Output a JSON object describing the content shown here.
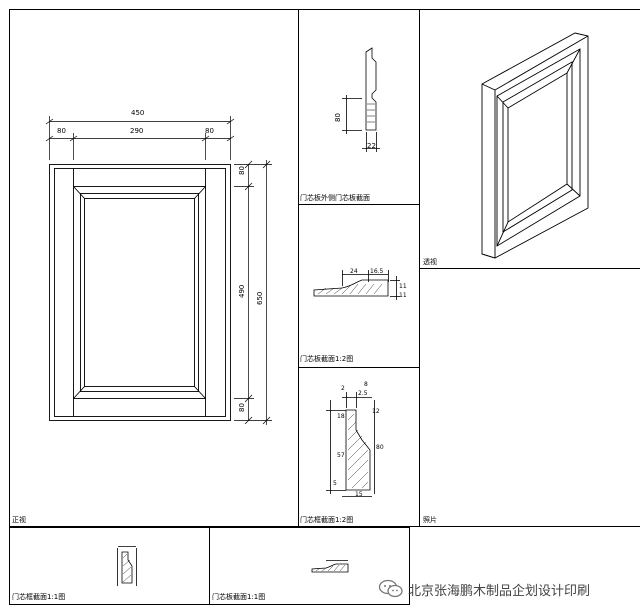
{
  "front_view": {
    "label": "正视",
    "dims_top": {
      "overall": "450",
      "left": "80",
      "middle": "290",
      "right": "80"
    },
    "dims_right": {
      "top": "80",
      "middle": "490",
      "bottom": "80",
      "overall": "650"
    }
  },
  "section_stile_outer": {
    "label": "门芯板外侧门芯板截面",
    "dims": {
      "height": "80",
      "width": "22"
    }
  },
  "section_panel_edge": {
    "label": "门芯板截面1:2图",
    "dims": {
      "a": "24",
      "b": "16.5",
      "c": "11",
      "d": "11"
    }
  },
  "section_frame": {
    "label": "门芯框截面1:2图",
    "dims": {
      "a": "2",
      "b": "2.5",
      "c": "8",
      "d": "12",
      "e": "57",
      "f": "80",
      "g": "18",
      "h": "5",
      "i": "15"
    }
  },
  "perspective": {
    "label": "透视"
  },
  "photo": {
    "label": "照片"
  },
  "bottom_frame_section": {
    "label": "门芯框截面1:1图"
  },
  "bottom_panel_section": {
    "label": "门芯板截面1:1图"
  },
  "watermark": {
    "text": "北京张海鹏木制品企划设计印刷",
    "icon": "wechat-icon"
  }
}
